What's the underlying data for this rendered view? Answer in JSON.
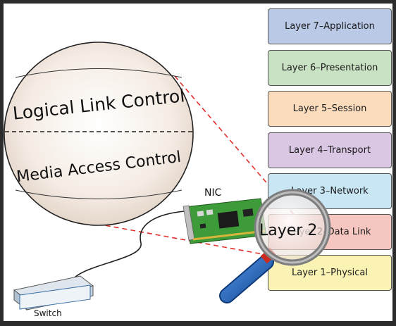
{
  "layers": [
    {
      "label": "Layer 7–Application"
    },
    {
      "label": "Layer 6–Presentation"
    },
    {
      "label": "Layer 5–Session"
    },
    {
      "label": "Layer 4–Transport"
    },
    {
      "label": "Layer 3–Network"
    },
    {
      "label": "Layer 2–Data Link"
    },
    {
      "label": "Layer 1–Physical"
    }
  ],
  "sphere": {
    "top_label": "Logical Link Control",
    "bottom_label": "Media Access Control"
  },
  "nic_label": "NIC",
  "switch_label": "Switch",
  "magnifier_text": "Layer 2",
  "colors": {
    "frame": "#2c2c2c",
    "canvas": "#ffffff",
    "zoom_line": "#e0302c",
    "magnifier_handle": "#1f63b8"
  }
}
